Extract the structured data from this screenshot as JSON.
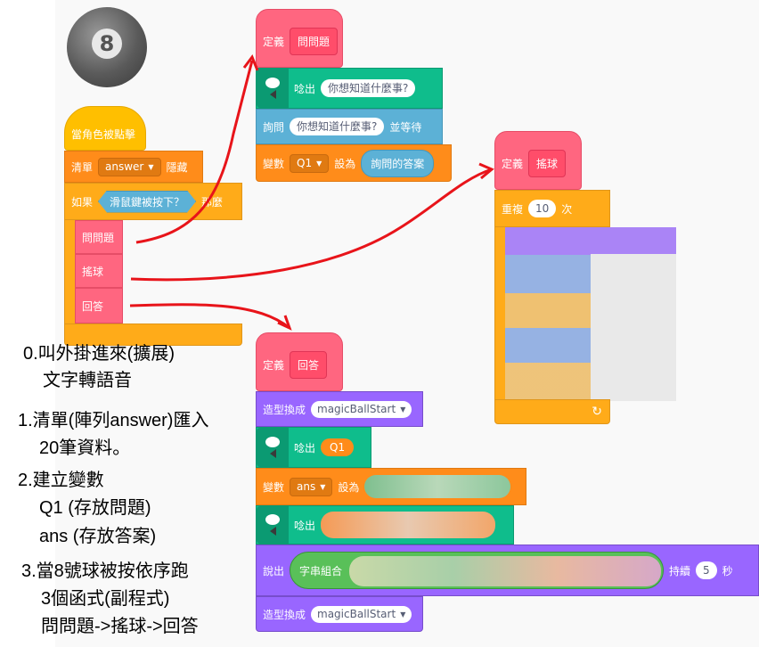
{
  "sprite_icon": {
    "label": "8"
  },
  "main_script": {
    "when_clicked": "當角色被點擊",
    "clear_label": "清單",
    "list_name": "answer",
    "hide_label": "隱藏",
    "if_label": "如果",
    "condition": "滑鼠鍵被按下？",
    "then_label": "那麼",
    "calls": [
      "問問題",
      "搖球",
      "回答"
    ]
  },
  "ask_def": {
    "define_label": "定義",
    "name": "問問題",
    "say_label": "唸出",
    "say_text": "你想知道什麼事?",
    "ask_label": "詢問",
    "ask_text": "你想知道什麼事?",
    "wait_label": "並等待",
    "var_label": "變數",
    "var_name": "Q1",
    "set_label": "設為",
    "answer_reporter": "詢問的答案"
  },
  "shake_def": {
    "define_label": "定義",
    "name": "搖球",
    "repeat_label": "重複",
    "repeat_count": "10",
    "times_label": "次"
  },
  "answer_def": {
    "define_label": "定義",
    "name": "回答",
    "costume_label": "造型換成",
    "costume_name": "magicBallStart",
    "say_label": "唸出",
    "say_value": "Q1",
    "var_label": "變數",
    "var_name": "ans",
    "set_label": "設為",
    "say_label_2": "唸出",
    "speak_label": "說出",
    "join_label": "字串組合",
    "duration_label": "持續",
    "duration_value": "5",
    "seconds_label": "秒",
    "costume_label_2": "造型換成",
    "costume_name_2": "magicBallStart"
  },
  "notes": {
    "n0_line1": "0.叫外掛進來(擴展)",
    "n0_line2": "文字轉語音",
    "n1_line1": "1.清單(陣列answer)匯入",
    "n1_line2": "20筆資料。",
    "n2_line1": "2.建立變數",
    "n2_line2": "Q1 (存放問題)",
    "n2_line3": "ans (存放答案)",
    "n3_line1": "3.當8號球被按依序跑",
    "n3_line2": "3個函式(副程式)",
    "n3_line3": "問問題->搖球->回答"
  },
  "colors": {
    "events": "#ffbf00",
    "variables": "#ff8c1a",
    "my_blocks": "#ff6680",
    "sensing": "#5cb1d6",
    "control": "#ffab19",
    "looks": "#9966ff",
    "operators": "#59c059",
    "text_to_speech": "#0fbd8c",
    "arrows": "#e8141a"
  }
}
